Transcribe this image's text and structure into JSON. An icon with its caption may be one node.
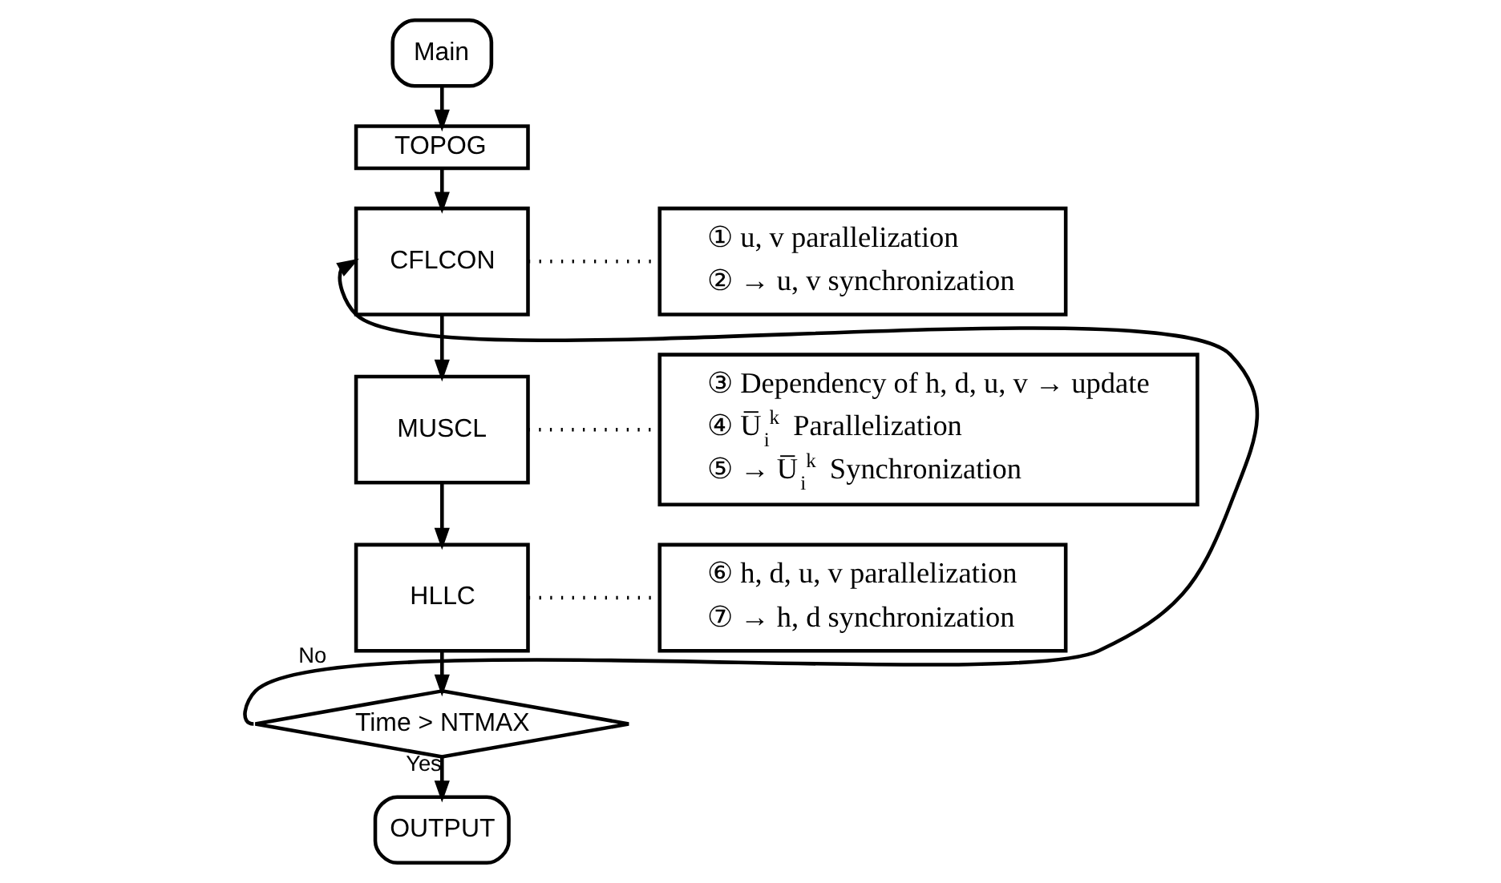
{
  "diagram": {
    "nodes": [
      {
        "text": [
          "Main"
        ]
      },
      {
        "text": [
          "TOPOG"
        ]
      },
      {
        "text": [
          "CFLCON"
        ]
      },
      {
        "text": [
          "MUSCL"
        ]
      },
      {
        "text": [
          "HLLC"
        ]
      },
      {
        "text": [
          "Time > NTMAX"
        ]
      },
      {
        "text": [
          "OUTPUT"
        ]
      },
      {
        "text": [
          "① u, v parallelization",
          "② → u, v synchronization"
        ]
      },
      {
        "text": [
          "③ Dependency of h, d, u, v → update",
          "④ U̅$_{i}$$^{k}$ Parallelization",
          "⑤ → U̅$_{i}$$^{k}$ Synchronization"
        ]
      },
      {
        "text": [
          "⑥ h, d, u, v parallelization",
          "⑦ → h, d synchronization"
        ]
      }
    ],
    "edges": [
      {
        "from": 0,
        "to": 1,
        "arrow": "to"
      },
      {
        "from": 1,
        "to": 2,
        "arrow": "to"
      },
      {
        "from": 2,
        "to": 3,
        "arrow": "to"
      },
      {
        "from": 3,
        "to": 4,
        "arrow": "to"
      },
      {
        "from": 4,
        "to": 5,
        "arrow": "to"
      },
      {
        "from": 5,
        "to": 2,
        "arrow": "to",
        "label": "No"
      },
      {
        "from": 5,
        "to": 6,
        "arrow": "to",
        "label": "Yes"
      },
      {
        "from": 2,
        "to": 7,
        "arrow": "none",
        "style": "dashed"
      },
      {
        "from": 3,
        "to": 8,
        "arrow": "none",
        "style": "dashed"
      },
      {
        "from": 4,
        "to": 9,
        "arrow": "none",
        "style": "dashed"
      }
    ]
  }
}
